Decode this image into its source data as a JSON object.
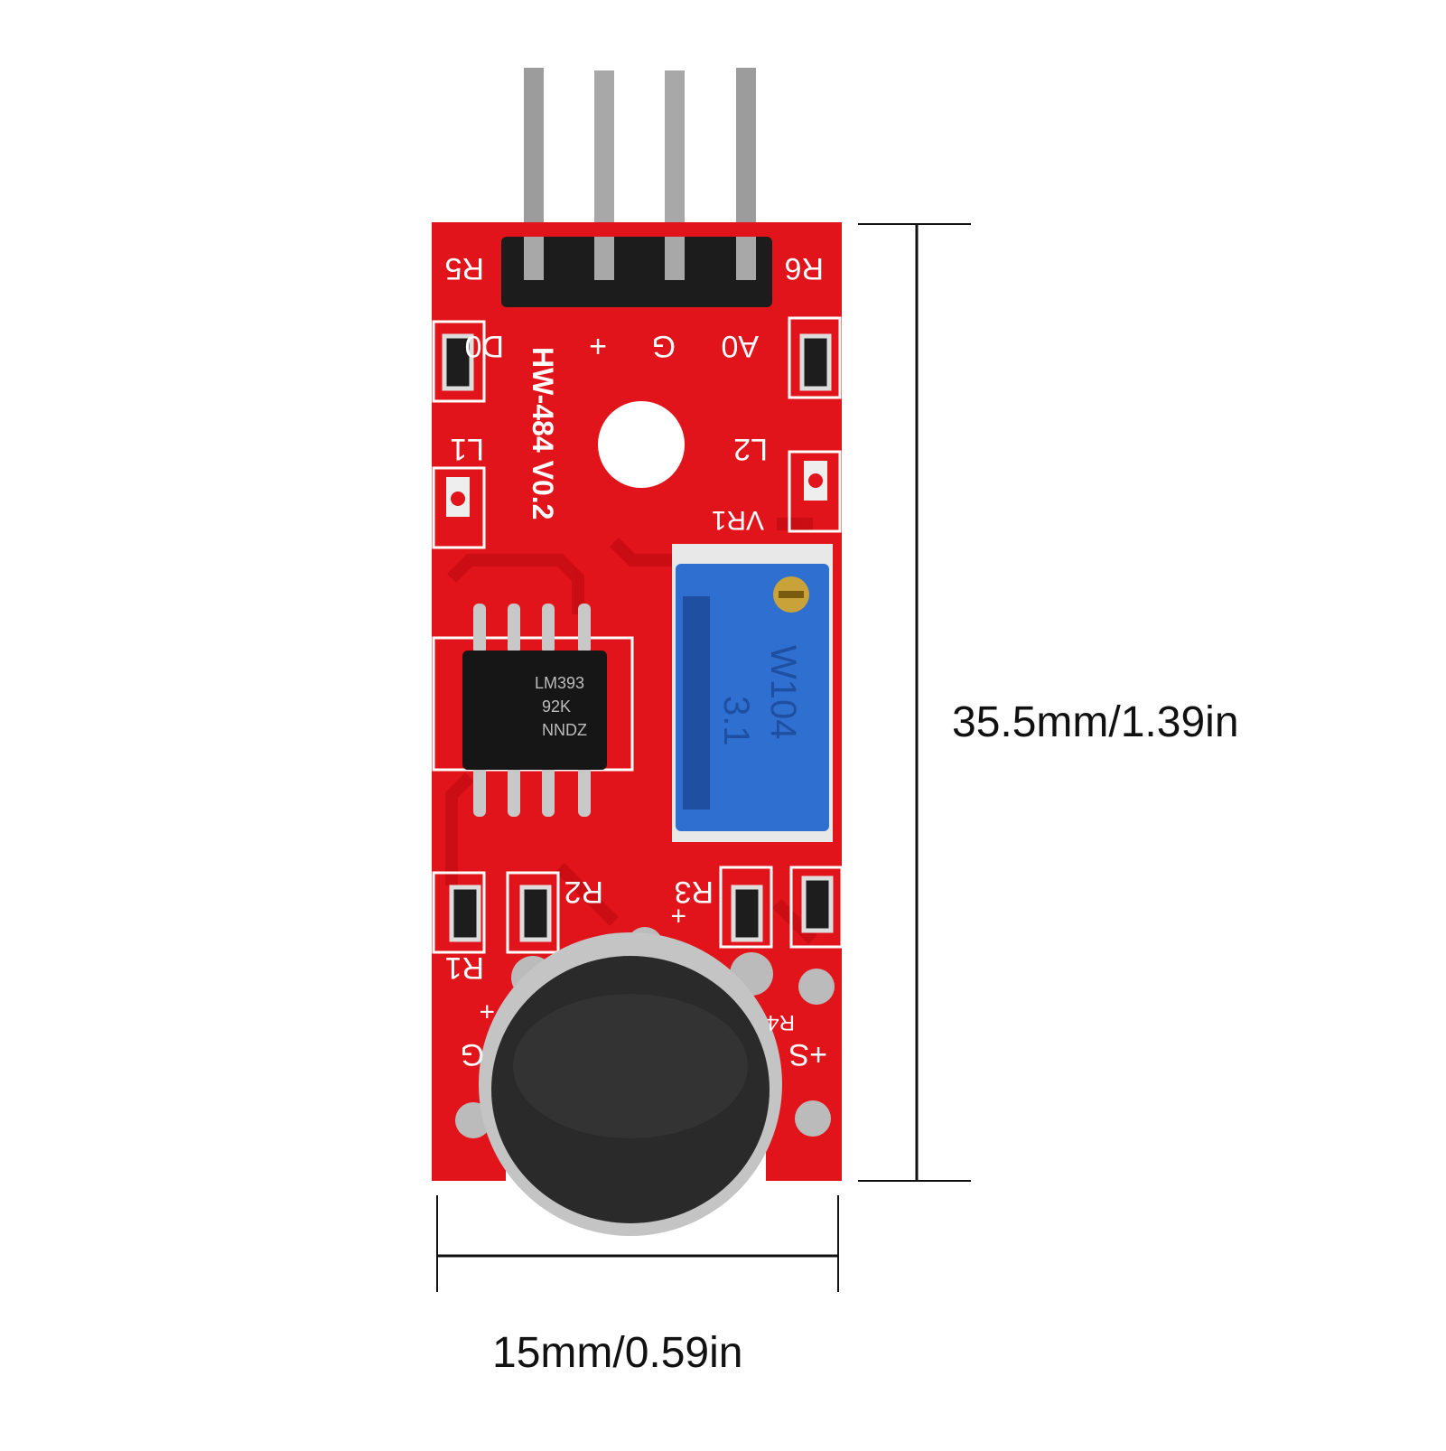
{
  "colors": {
    "pcb": "#e0141a",
    "pcb_dark": "#b80c10",
    "trace": "#c90e14",
    "silkscreen": "#ffffff",
    "pin": "#a8a8a8",
    "header": "#1c1c1c",
    "potentiometer": "#2f6fd0",
    "chip": "#161616",
    "mic": "#2a2a2a",
    "dimension_line": "#111111"
  },
  "dimensions": {
    "height": "35.5mm/1.39in",
    "width": "15mm/0.59in"
  },
  "board": {
    "model": "HW-484 V0.2",
    "pin_labels": [
      "D0",
      "+",
      "G",
      "A0"
    ],
    "chip_text": [
      "LM393",
      "92K",
      "NNDZ"
    ],
    "pot_text": [
      "W104",
      "3.1"
    ],
    "component_labels": [
      "R5",
      "R6",
      "L1",
      "L2",
      "VR1",
      "R1",
      "R2",
      "R3",
      "R4",
      "+",
      "G",
      "+S",
      "+"
    ]
  }
}
